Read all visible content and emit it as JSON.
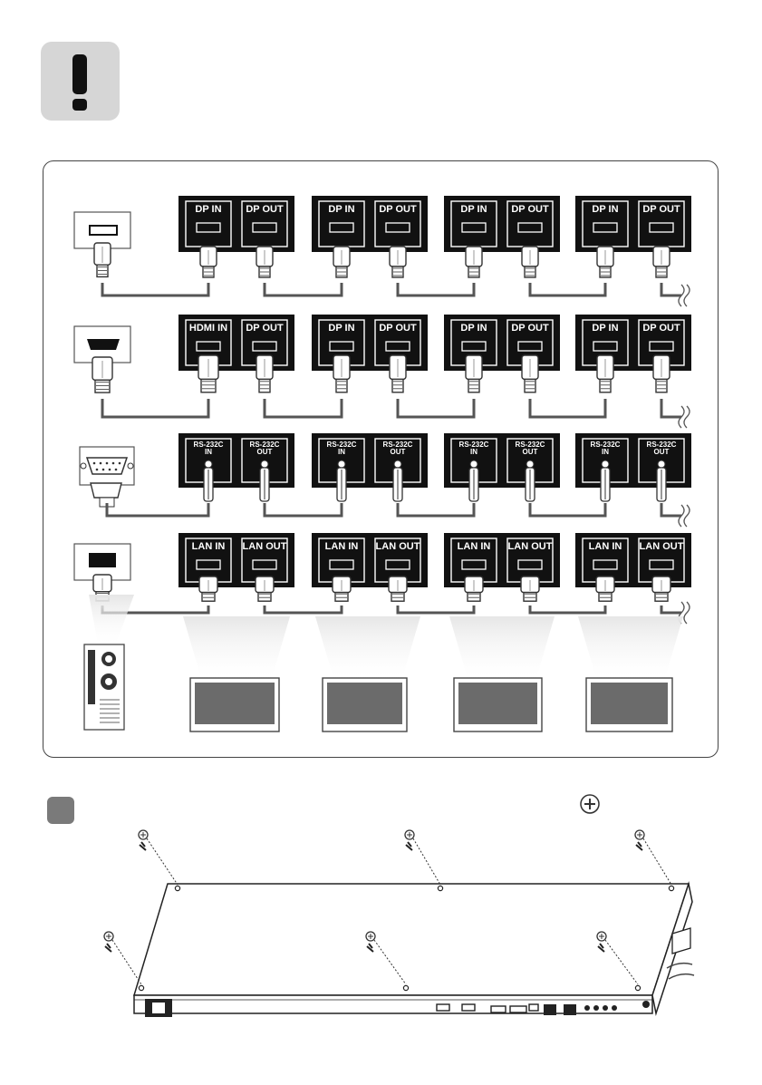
{
  "rows": [
    {
      "id": "dp",
      "source_port": "dp",
      "monitors": [
        {
          "in": "DP IN",
          "out": "DP OUT"
        },
        {
          "in": "DP IN",
          "out": "DP OUT"
        },
        {
          "in": "DP IN",
          "out": "DP OUT"
        },
        {
          "in": "DP IN",
          "out": "DP OUT"
        }
      ]
    },
    {
      "id": "hdmi",
      "source_port": "hdmi",
      "monitors": [
        {
          "in": "HDMI IN",
          "out": "DP OUT"
        },
        {
          "in": "DP IN",
          "out": "DP OUT"
        },
        {
          "in": "DP IN",
          "out": "DP OUT"
        },
        {
          "in": "DP IN",
          "out": "DP OUT"
        }
      ]
    },
    {
      "id": "rs232c",
      "source_port": "serial",
      "monitors": [
        {
          "in": [
            "RS-232C",
            "IN"
          ],
          "out": [
            "RS-232C",
            "OUT"
          ]
        },
        {
          "in": [
            "RS-232C",
            "IN"
          ],
          "out": [
            "RS-232C",
            "OUT"
          ]
        },
        {
          "in": [
            "RS-232C",
            "IN"
          ],
          "out": [
            "RS-232C",
            "OUT"
          ]
        },
        {
          "in": [
            "RS-232C",
            "IN"
          ],
          "out": [
            "RS-232C",
            "OUT"
          ]
        }
      ]
    },
    {
      "id": "lan",
      "source_port": "lan",
      "monitors": [
        {
          "in": "LAN IN",
          "out": "LAN OUT"
        },
        {
          "in": "LAN IN",
          "out": "LAN OUT"
        },
        {
          "in": "LAN IN",
          "out": "LAN OUT"
        },
        {
          "in": "LAN IN",
          "out": "LAN OUT"
        }
      ]
    }
  ],
  "icons": {
    "warning": "exclamation-icon",
    "computer": "pc-tower-icon",
    "monitor": "monitor-icon",
    "screw": "screw-icon"
  },
  "colors": {
    "port_panel": "#111111",
    "cable": "#555555",
    "warning_bg": "#d6d6d6",
    "screen": "#6b6b6b"
  }
}
